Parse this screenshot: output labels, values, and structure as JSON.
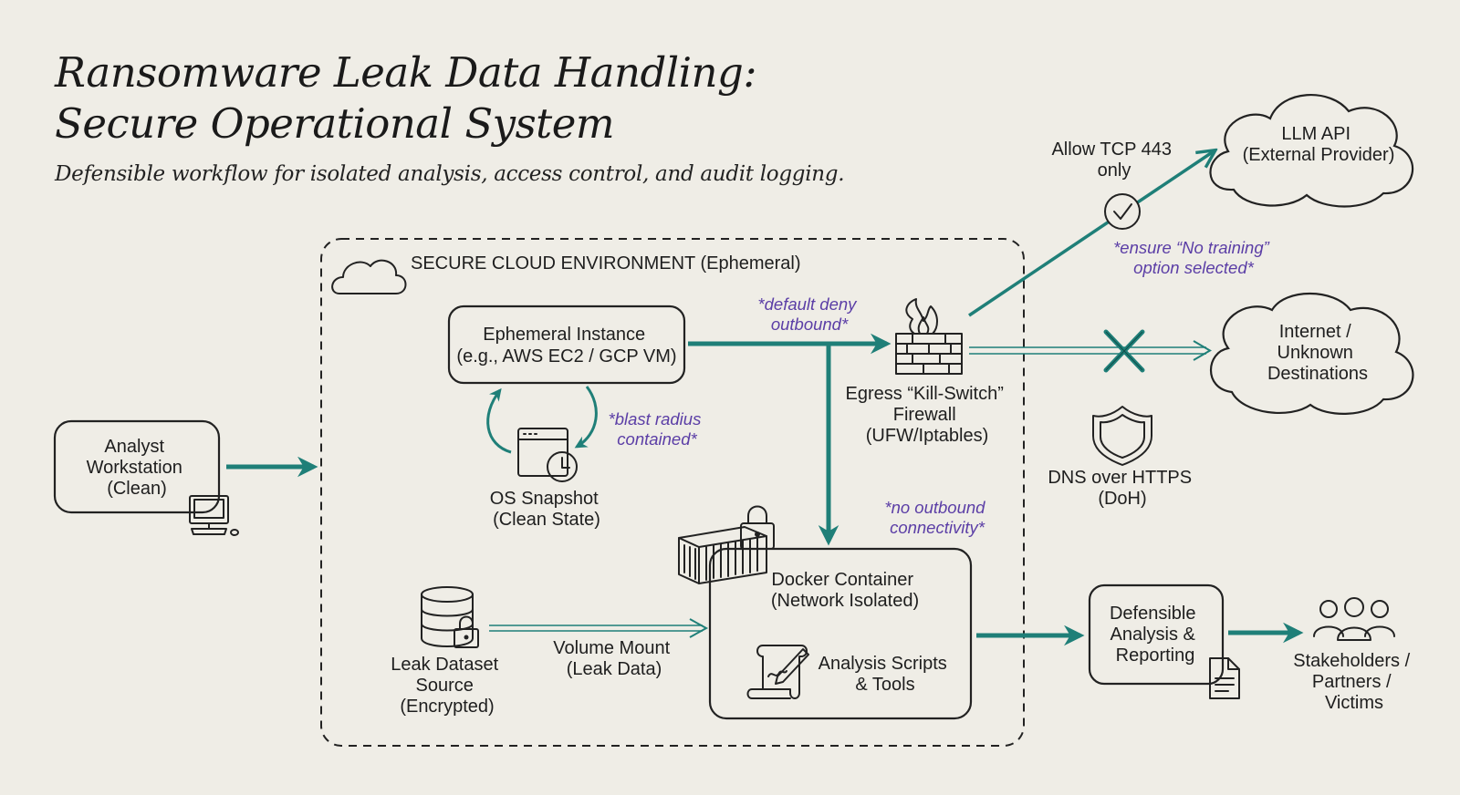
{
  "title": {
    "line1": "Ransomware Leak Data Handling:",
    "line2": "Secure Operational System"
  },
  "subtitle": "Defensible workflow for isolated analysis, access control, and audit logging.",
  "environment": {
    "label": "SECURE CLOUD ENVIRONMENT (Ephemeral)"
  },
  "nodes": {
    "analyst": [
      "Analyst",
      "Workstation",
      "(Clean)"
    ],
    "instance": [
      "Ephemeral Instance",
      "(e.g., AWS EC2 / GCP VM)"
    ],
    "snapshot": [
      "OS Snapshot",
      "(Clean State)"
    ],
    "firewall": [
      "Egress “Kill-Switch”",
      "Firewall",
      "(UFW/Iptables)"
    ],
    "llm": [
      "LLM API",
      "(External Provider)"
    ],
    "internet": [
      "Internet /",
      "Unknown",
      "Destinations"
    ],
    "doh": [
      "DNS over HTTPS",
      "(DoH)"
    ],
    "container": [
      "Docker Container",
      "(Network Isolated)"
    ],
    "scripts": [
      "Analysis Scripts",
      "& Tools"
    ],
    "dataset": [
      "Leak Dataset",
      "Source",
      "(Encrypted)"
    ],
    "reporting": [
      "Defensible",
      "Analysis &",
      "Reporting"
    ],
    "stakeholders": [
      "Stakeholders /",
      "Partners /",
      "Victims"
    ]
  },
  "edges": {
    "allow": [
      "Allow TCP 443",
      "only"
    ],
    "volume": [
      "Volume Mount",
      "(Leak Data)"
    ]
  },
  "notes": {
    "default_deny": [
      "*default deny",
      "outbound*"
    ],
    "blast_radius": [
      "*blast radius",
      "contained*"
    ],
    "no_training": [
      "*ensure “No training”",
      "option selected*"
    ],
    "no_outbound": [
      "*no outbound",
      "connectivity*"
    ]
  },
  "colors": {
    "background": "#efede6",
    "ink": "#222222",
    "flow": "#1f7f78",
    "note": "#5b3ea6"
  },
  "icons": [
    "cloud-icon",
    "computer-icon",
    "snapshot-clock-icon",
    "firewall-icon",
    "check-icon",
    "cross-icon",
    "shield-icon",
    "shipping-container-icon",
    "padlock-icon",
    "database-icon",
    "script-scroll-icon",
    "document-icon",
    "people-icon"
  ]
}
